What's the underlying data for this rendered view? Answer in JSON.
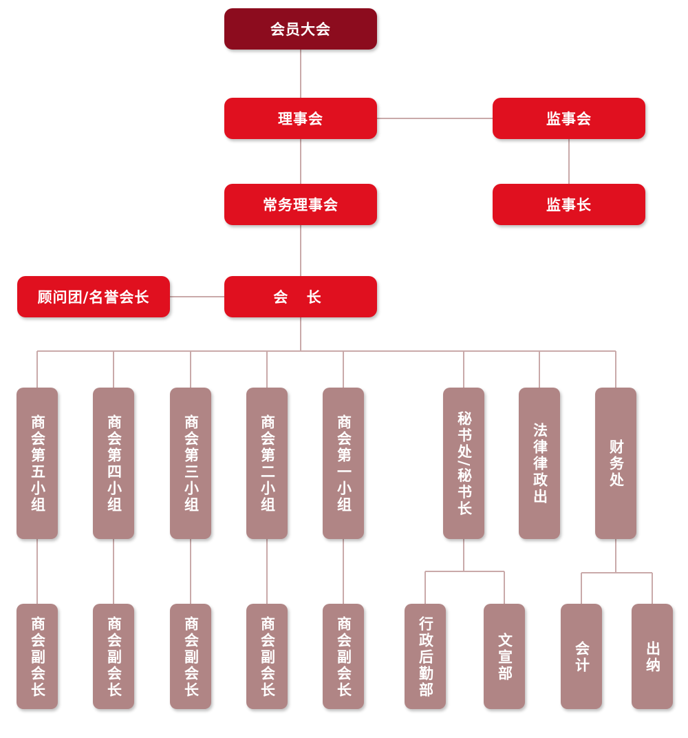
{
  "chart": {
    "members": "会员大会",
    "council": "理事会",
    "supervisory_board": "监事会",
    "standing_council": "常务理事会",
    "chief_supervisor": "监事长",
    "president": "会 长",
    "advisors": "顾问团/名誉会长",
    "groups": [
      "商会第五小组",
      "商会第四小组",
      "商会第三小组",
      "商会第二小组",
      "商会第一小组"
    ],
    "vice_presidents": [
      "商会副会长",
      "商会副会长",
      "商会副会长",
      "商会副会长",
      "商会副会长"
    ],
    "secretariat": "秘书处/秘书长",
    "legal": "法律律政出",
    "finance": "财务处",
    "admin_logistics": "行政后勤部",
    "publicity": "文宣部",
    "accounting": "会计",
    "cashier": "出纳"
  },
  "colors": {
    "top": "#8c0c1e",
    "red": "#e0101f",
    "mauve": "#b08585",
    "line": "#c9a9a9"
  }
}
